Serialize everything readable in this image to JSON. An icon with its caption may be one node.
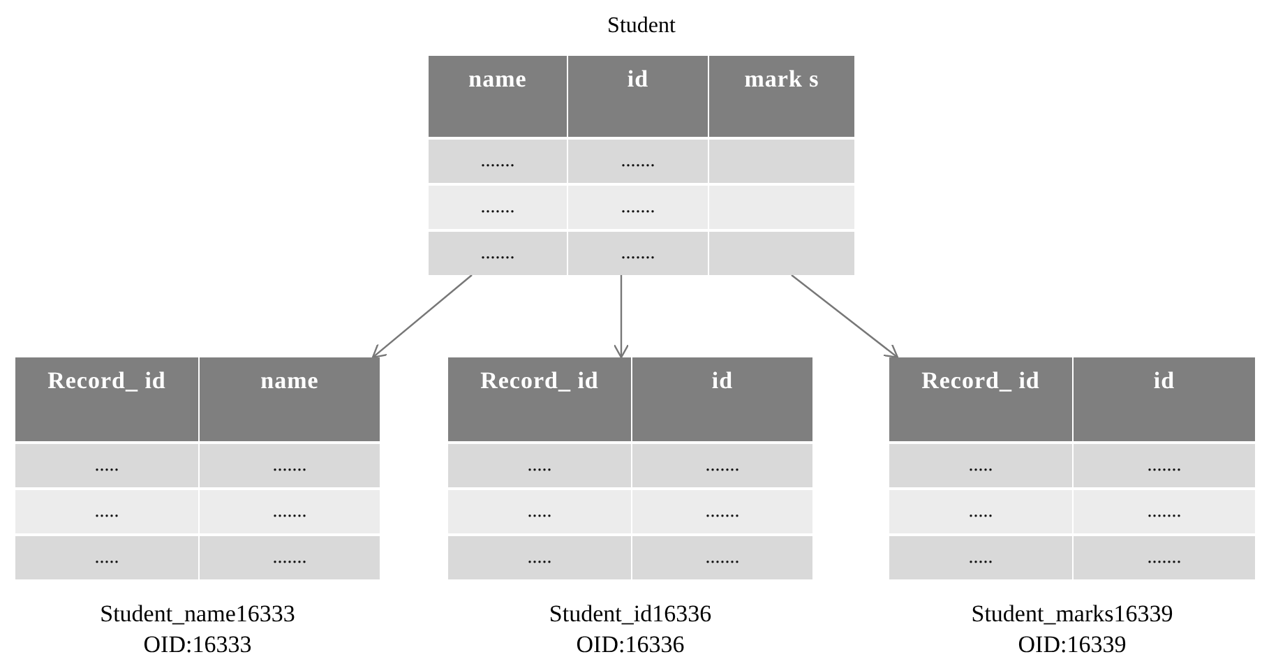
{
  "diagram": {
    "nodes": [
      {
        "text": [
          "Student",
          "name",
          "id",
          "mark s",
          ".......",
          ".......",
          ".......",
          ".......",
          ".......",
          "......."
        ]
      },
      {
        "text": [
          "Record_ id",
          "name",
          ".....",
          ".......",
          ".....",
          ".......",
          ".....",
          "......."
        ],
        "beside": [
          "Student_name16333",
          "OID:16333"
        ]
      },
      {
        "text": [
          "Record_ id",
          "id",
          ".....",
          ".......",
          ".....",
          ".......",
          ".....",
          "......."
        ],
        "beside": [
          "Student_id16336",
          "OID:16336"
        ]
      },
      {
        "text": [
          "Record_ id",
          "id",
          ".....",
          ".......",
          ".....",
          ".......",
          ".....",
          "......."
        ],
        "beside": [
          "Student_marks16339",
          "OID:16339"
        ]
      }
    ],
    "edges": [
      {
        "from": 0,
        "to": 1,
        "arrow": "to"
      },
      {
        "from": 0,
        "to": 2,
        "arrow": "to"
      },
      {
        "from": 0,
        "to": 3,
        "arrow": "to"
      }
    ]
  }
}
